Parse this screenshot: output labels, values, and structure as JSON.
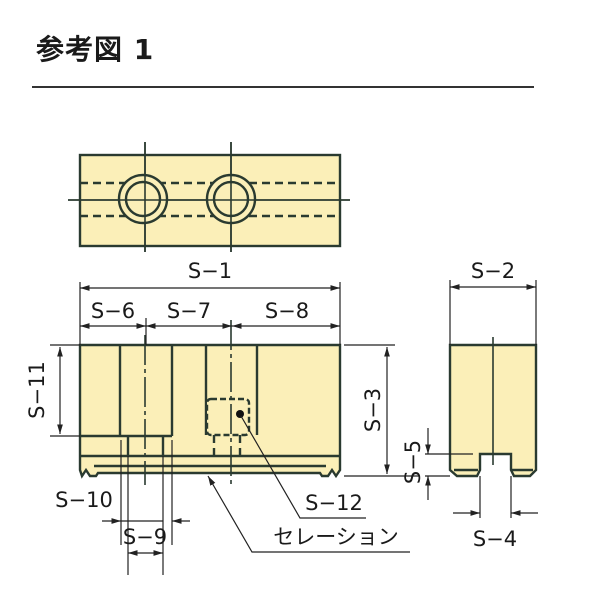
{
  "header": {
    "title": "参考図 1"
  },
  "colors": {
    "part_fill": "#fbefb8",
    "outline": "#2a3a30",
    "dimension_line": "#222222"
  },
  "diagram": {
    "views": [
      "top-view",
      "front-view",
      "side-view"
    ],
    "dimensions": {
      "s1": "S−1",
      "s2": "S−2",
      "s3": "S−3",
      "s4": "S−4",
      "s5": "S−5",
      "s6": "S−6",
      "s7": "S−7",
      "s8": "S−8",
      "s9": "S−9",
      "s10": "S−10",
      "s11": "S−11",
      "s12": "S−12"
    },
    "callouts": {
      "serration": "セレーション"
    }
  }
}
